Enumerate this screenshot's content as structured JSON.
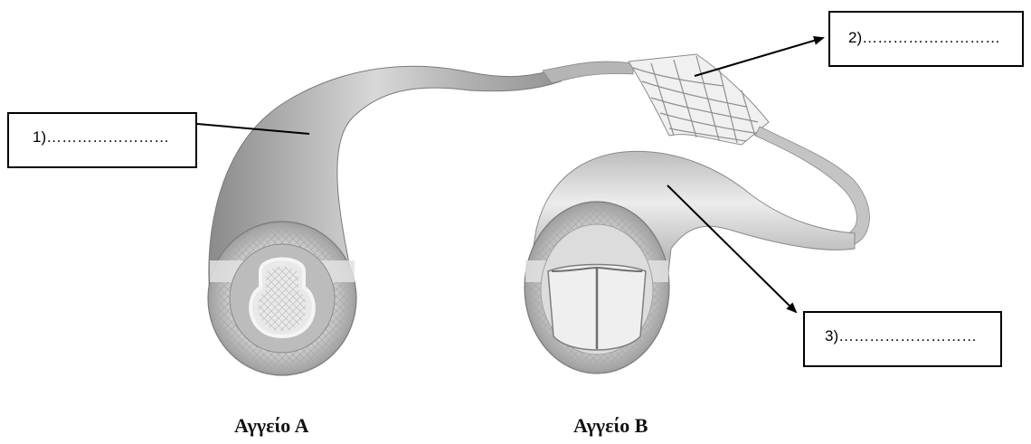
{
  "labels": [
    {
      "id": "1",
      "text": "1)……………………"
    },
    {
      "id": "2",
      "text": "2)………………………"
    },
    {
      "id": "3",
      "text": "3)………………………"
    }
  ],
  "captions": {
    "vessel_a": "Αγγείο Α",
    "vessel_b": "Αγγείο Β"
  },
  "colors": {
    "vessel_fill": "#9a9a9a",
    "vessel_highlight": "#e6e6e6",
    "arrow": "#000000"
  }
}
